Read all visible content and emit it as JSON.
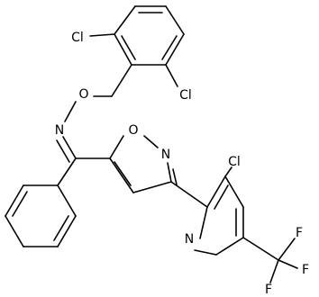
{
  "molecule": {
    "labels": {
      "cl_top_left": "Cl",
      "cl_top_right": "Cl",
      "o_ether": "O",
      "n_oxime": "N",
      "o_isoxazole": "O",
      "n_isoxazole": "N",
      "cl_pyridine": "Cl",
      "n_pyridine": "N",
      "f_top": "F",
      "f_right": "F",
      "f_bottom": "F"
    },
    "colors": {
      "bond": "#000000",
      "text": "#000000",
      "background": "#ffffff"
    }
  }
}
